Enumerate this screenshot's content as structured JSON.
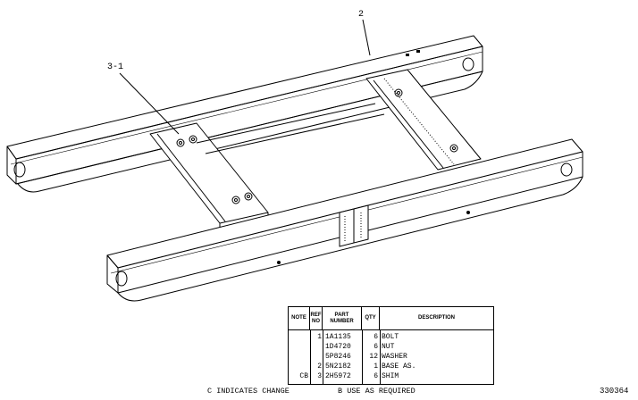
{
  "callouts": {
    "frame": "2",
    "bolt_group": "3-1"
  },
  "table": {
    "headers": {
      "note": "NOTE",
      "ref": "REF NO",
      "part": "PART NUMBER",
      "qty": "QTY",
      "desc": "DESCRIPTION"
    },
    "rows": [
      {
        "note": "",
        "ref": "1",
        "part": "1A1135",
        "qty": "6",
        "desc": "BOLT"
      },
      {
        "note": "",
        "ref": "",
        "part": "1D4720",
        "qty": "6",
        "desc": "NUT"
      },
      {
        "note": "",
        "ref": "",
        "part": "5P8246",
        "qty": "12",
        "desc": "WASHER"
      },
      {
        "note": "",
        "ref": "2",
        "part": "5N2182",
        "qty": "1",
        "desc": "BASE AS."
      },
      {
        "note": "CB",
        "ref": "3",
        "part": "2H5972",
        "qty": "6",
        "desc": "SHIM"
      }
    ]
  },
  "footer": {
    "c_note": "C  INDICATES CHANGE",
    "b_note": "B  USE AS REQUIRED"
  },
  "drawing_number": "330364"
}
